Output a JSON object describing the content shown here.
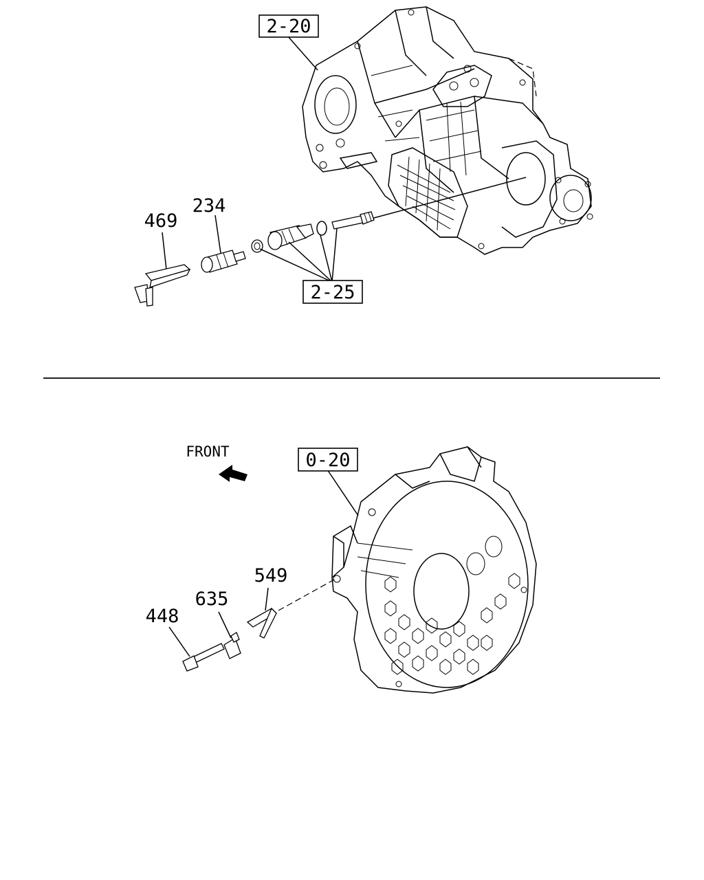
{
  "top_section": {
    "ref_transmission": "2-20",
    "ref_speedo_group": "2-25",
    "part_469": "469",
    "part_234": "234"
  },
  "bottom_section": {
    "direction_label": "FRONT",
    "ref_housing": "0-20",
    "part_448": "448",
    "part_635": "635",
    "part_549": "549"
  }
}
